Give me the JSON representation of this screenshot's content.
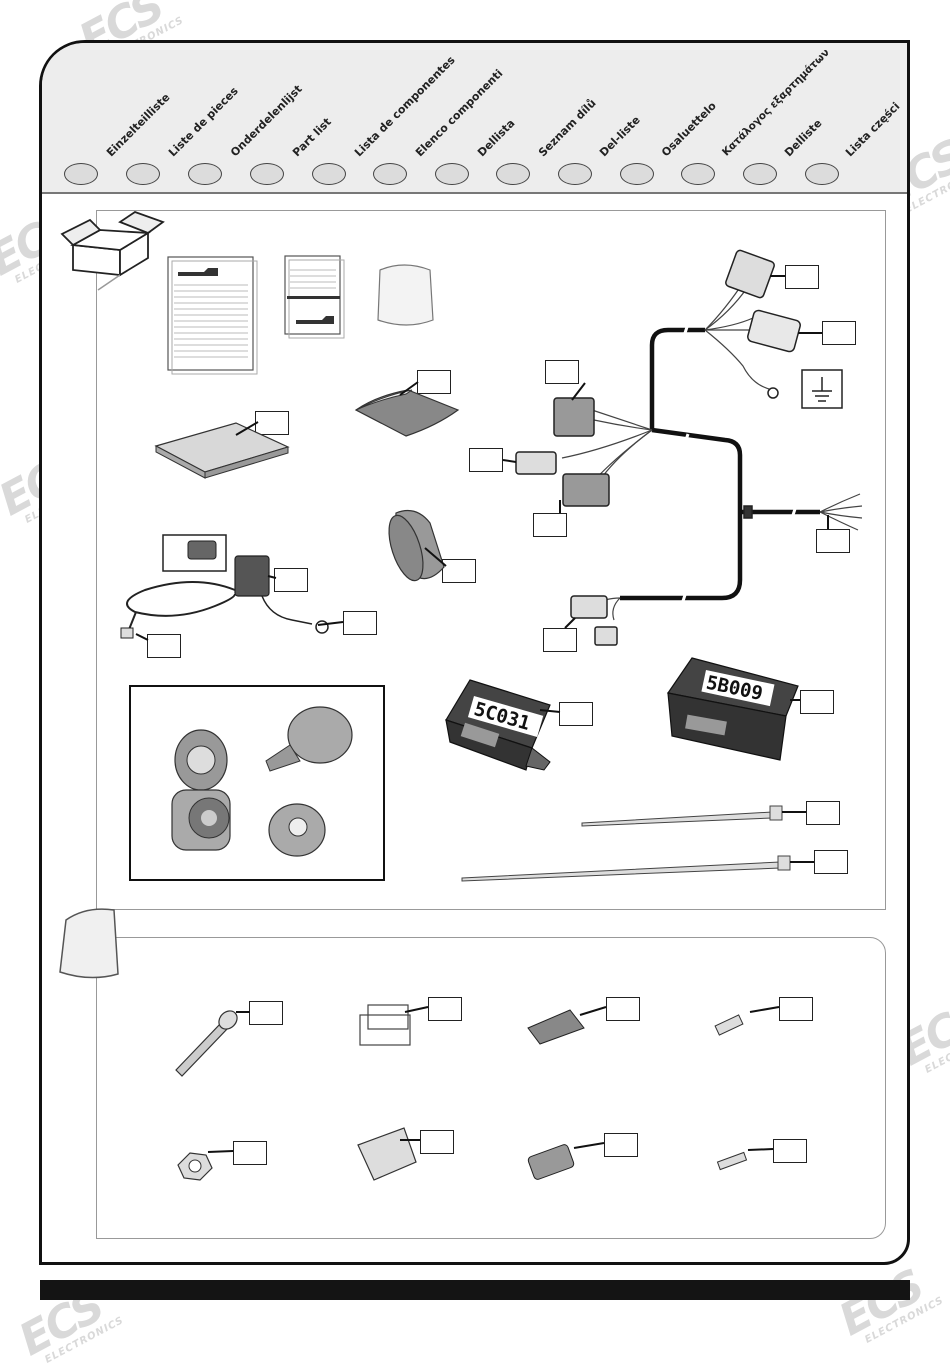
{
  "languages": [
    "Einzelteilliste",
    "Liste de pieces",
    "Onderdelenlijst",
    "Part list",
    "Lista de componentes",
    "Elenco componenti",
    "Dellista",
    "Seznam dílů",
    "Del-liste",
    "Osaluettelo",
    "Κατάλογος εξαρτημάτων",
    "Delliste",
    "Lista części"
  ],
  "modules": {
    "module_a_code": "5C031",
    "module_b_code": "5B009"
  },
  "watermark": {
    "brand": "ECS",
    "subtitle": "ELECTRONICS"
  },
  "colors": {
    "frame": "#111111",
    "header_band": "#ededed",
    "section_border": "#999999",
    "watermark": "#d9d9d9"
  },
  "icons": [
    "box-icon",
    "bag-icon",
    "ground-symbol-icon"
  ]
}
